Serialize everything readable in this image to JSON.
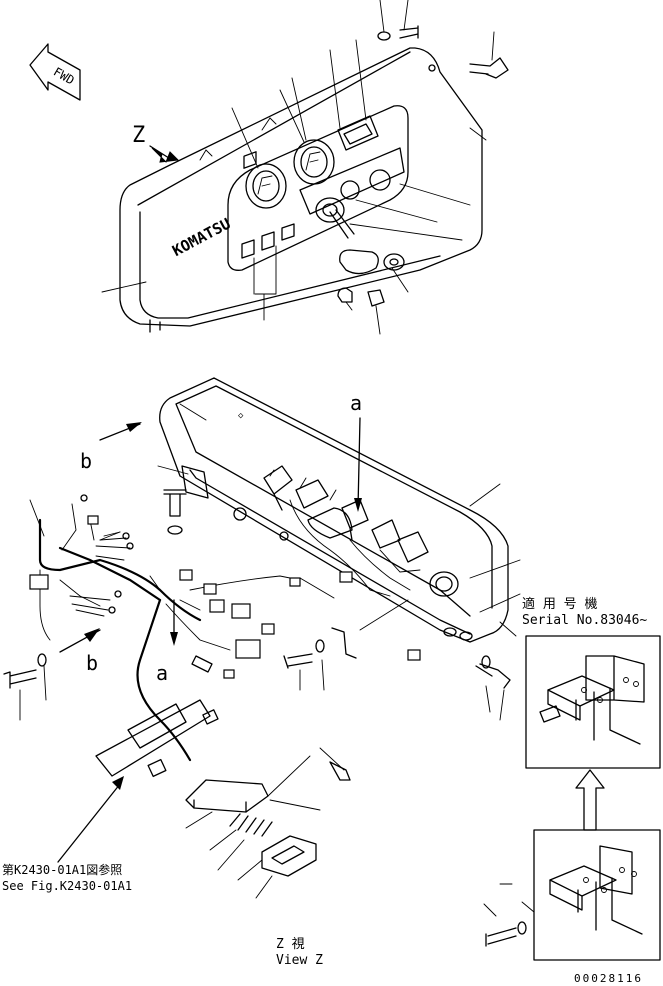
{
  "top_view": {
    "fwd_label": "FWD",
    "z_arrow_label": "Z",
    "brand_label": "KOMATSU"
  },
  "main_view": {
    "callout_a_upper": "a",
    "callout_a_lower": "a",
    "callout_b_upper": "b",
    "callout_b_lower": "b"
  },
  "serial_note": {
    "jp": "適 用 号 機",
    "en": "Serial No.83046~"
  },
  "reference_note": {
    "jp": "第K2430-01A1図参照",
    "en": "See Fig.K2430-01A1"
  },
  "view_caption": {
    "jp": "Z  視",
    "en": "View Z"
  },
  "drawing_number": "00028116"
}
